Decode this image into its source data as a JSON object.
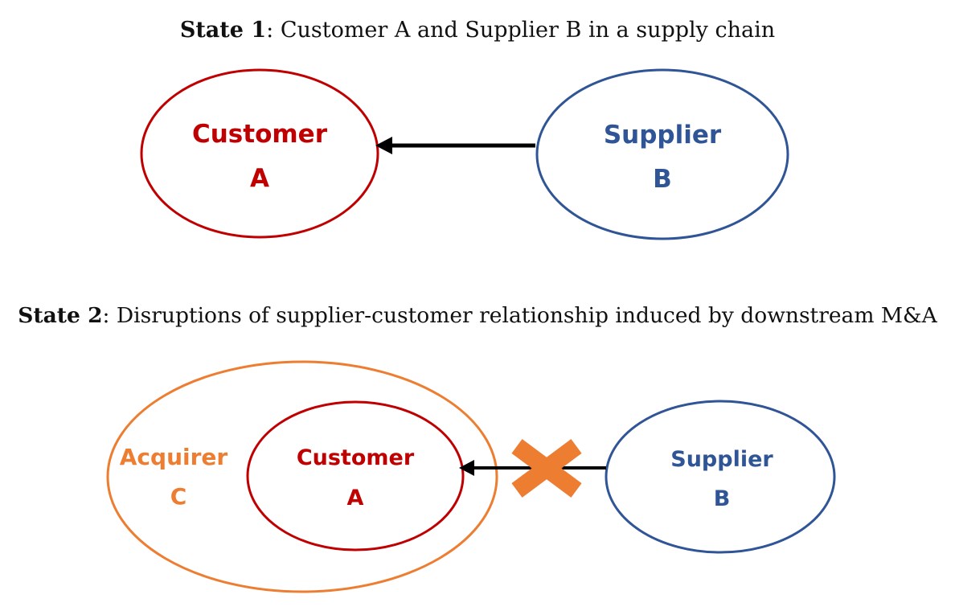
{
  "state1": {
    "caption_bold": "State 1",
    "caption_rest": ": Customer A and Supplier B in a supply chain",
    "customer": {
      "line1": "Customer",
      "line2": "A"
    },
    "supplier": {
      "line1": "Supplier",
      "line2": "B"
    }
  },
  "state2": {
    "caption_bold": "State 2",
    "caption_rest": ": Disruptions of supplier-customer relationship induced by downstream M&A",
    "acquirer": {
      "line1": "Acquirer",
      "line2": "C"
    },
    "customer": {
      "line1": "Customer",
      "line2": "A"
    },
    "supplier": {
      "line1": "Supplier",
      "line2": "B"
    }
  },
  "colors": {
    "customer": "#C00000",
    "supplier": "#2F5597",
    "acquirer": "#ED7D31",
    "arrow": "#000000",
    "cross": "#ED7D31"
  }
}
